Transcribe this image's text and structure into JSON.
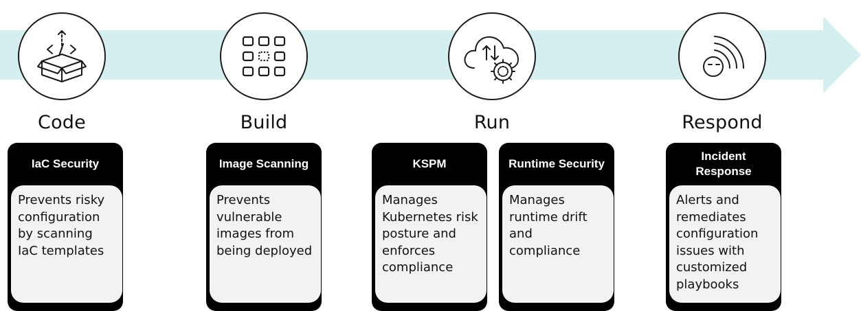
{
  "stages": [
    {
      "label": "Code",
      "icon": "code-box-icon"
    },
    {
      "label": "Build",
      "icon": "grid-icon"
    },
    {
      "label": "Run",
      "icon": "cloud-gear-icon"
    },
    {
      "label": "Respond",
      "icon": "alert-signal-icon"
    }
  ],
  "cards": [
    {
      "title": "IaC Security",
      "description": "Prevents risky configuration by scanning IaC templates"
    },
    {
      "title": "Image Scanning",
      "description": "Prevents vulnerable images from being deployed"
    },
    {
      "title": "KSPM",
      "description": "Manages Kubernetes risk posture and enforces compliance"
    },
    {
      "title": "Runtime Security",
      "description": "Manages runtime drift and compliance"
    },
    {
      "title": "Incident Response",
      "description": "Alerts and remediates configuration issues with customized playbooks"
    }
  ],
  "colors": {
    "arrow": "#d5eef0",
    "card_header": "#000000",
    "card_body": "#f2f2f2",
    "icon_stroke": "#1a1a1a"
  }
}
